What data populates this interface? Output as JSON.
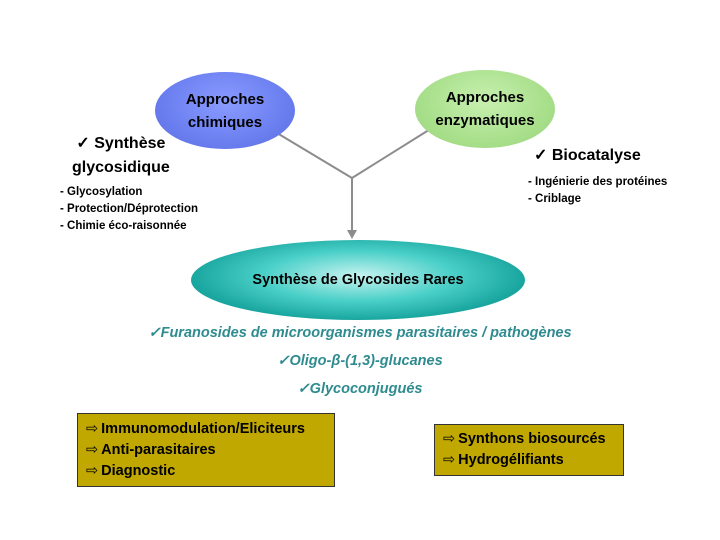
{
  "nodes": {
    "chemical": {
      "line1": "Approches",
      "line2": "chimiques",
      "color": "#6b7ff0"
    },
    "enzymatic": {
      "line1": "Approches",
      "line2": "enzymatiques",
      "color": "#a9e08c"
    },
    "synthesis": {
      "label": "Synthèse de Glycosides Rares",
      "color": "#1aa7a0"
    }
  },
  "left_panel": {
    "title_line1": "✓ Synthèse",
    "title_line2": "glycosidique",
    "items": [
      "- Glycosylation",
      "- Protection/Déprotection",
      "- Chimie éco-raisonnée"
    ]
  },
  "right_panel": {
    "title": "✓ Biocatalyse",
    "items": [
      "- Ingénierie des protéines",
      "- Criblage"
    ]
  },
  "targets": {
    "color": "#2e8b8f",
    "items": [
      "✓Furanosides de microorganismes parasitaires / pathogènes",
      "✓Oligo-β-(1,3)-glucanes",
      "✓Glycoconjugués"
    ]
  },
  "applications_left": {
    "color": "#c0a800",
    "items": [
      "Immunomodulation/Eliciteurs",
      "Anti-parasitaires",
      "Diagnostic"
    ]
  },
  "applications_right": {
    "color": "#c0a800",
    "items": [
      "Synthons biosourcés",
      "Hydrogélifiants"
    ]
  },
  "icons": {
    "check": "check-icon",
    "arrow": "right-arrow-icon"
  }
}
